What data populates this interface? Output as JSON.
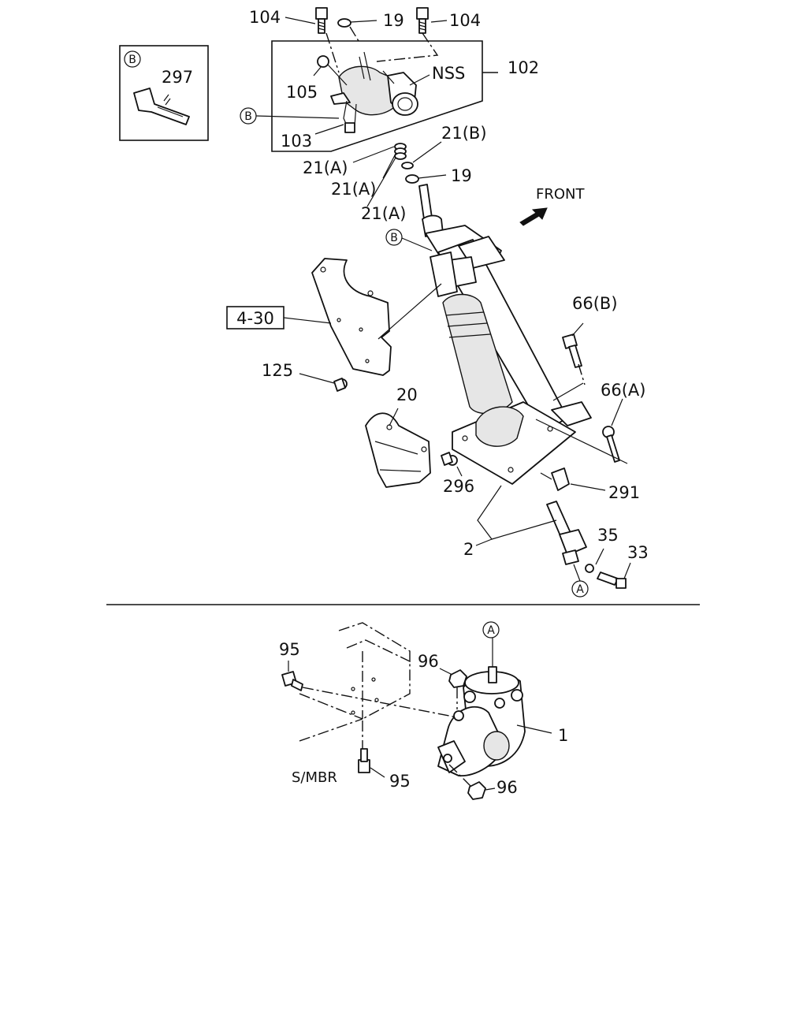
{
  "upper": {
    "inset_ref": "B",
    "inset_part": "297",
    "parts": {
      "p104_left": "104",
      "p104_right": "104",
      "p19_top": "19",
      "p105": "105",
      "nss": "NSS",
      "p102": "102",
      "p103": "103",
      "p21a_1": "21(A)",
      "p21a_2": "21(A)",
      "p21a_3": "21(A)",
      "p21b": "21(B)",
      "p19_mid": "19",
      "p4_30": "4-30",
      "p125": "125",
      "p20": "20",
      "p296": "296",
      "p66b": "66(B)",
      "p66a": "66(A)",
      "p291": "291",
      "p2": "2",
      "p35": "35",
      "p33": "33"
    },
    "callouts": {
      "b_left": "B",
      "b_col": "B",
      "a_bottom": "A"
    },
    "front_label": "FRONT"
  },
  "lower": {
    "callouts": {
      "a_top": "A"
    },
    "parts": {
      "p95_top": "95",
      "p96_top": "96",
      "p1": "1",
      "smbr": "S/MBR",
      "p95_bottom": "95",
      "p96_bottom": "96"
    }
  }
}
